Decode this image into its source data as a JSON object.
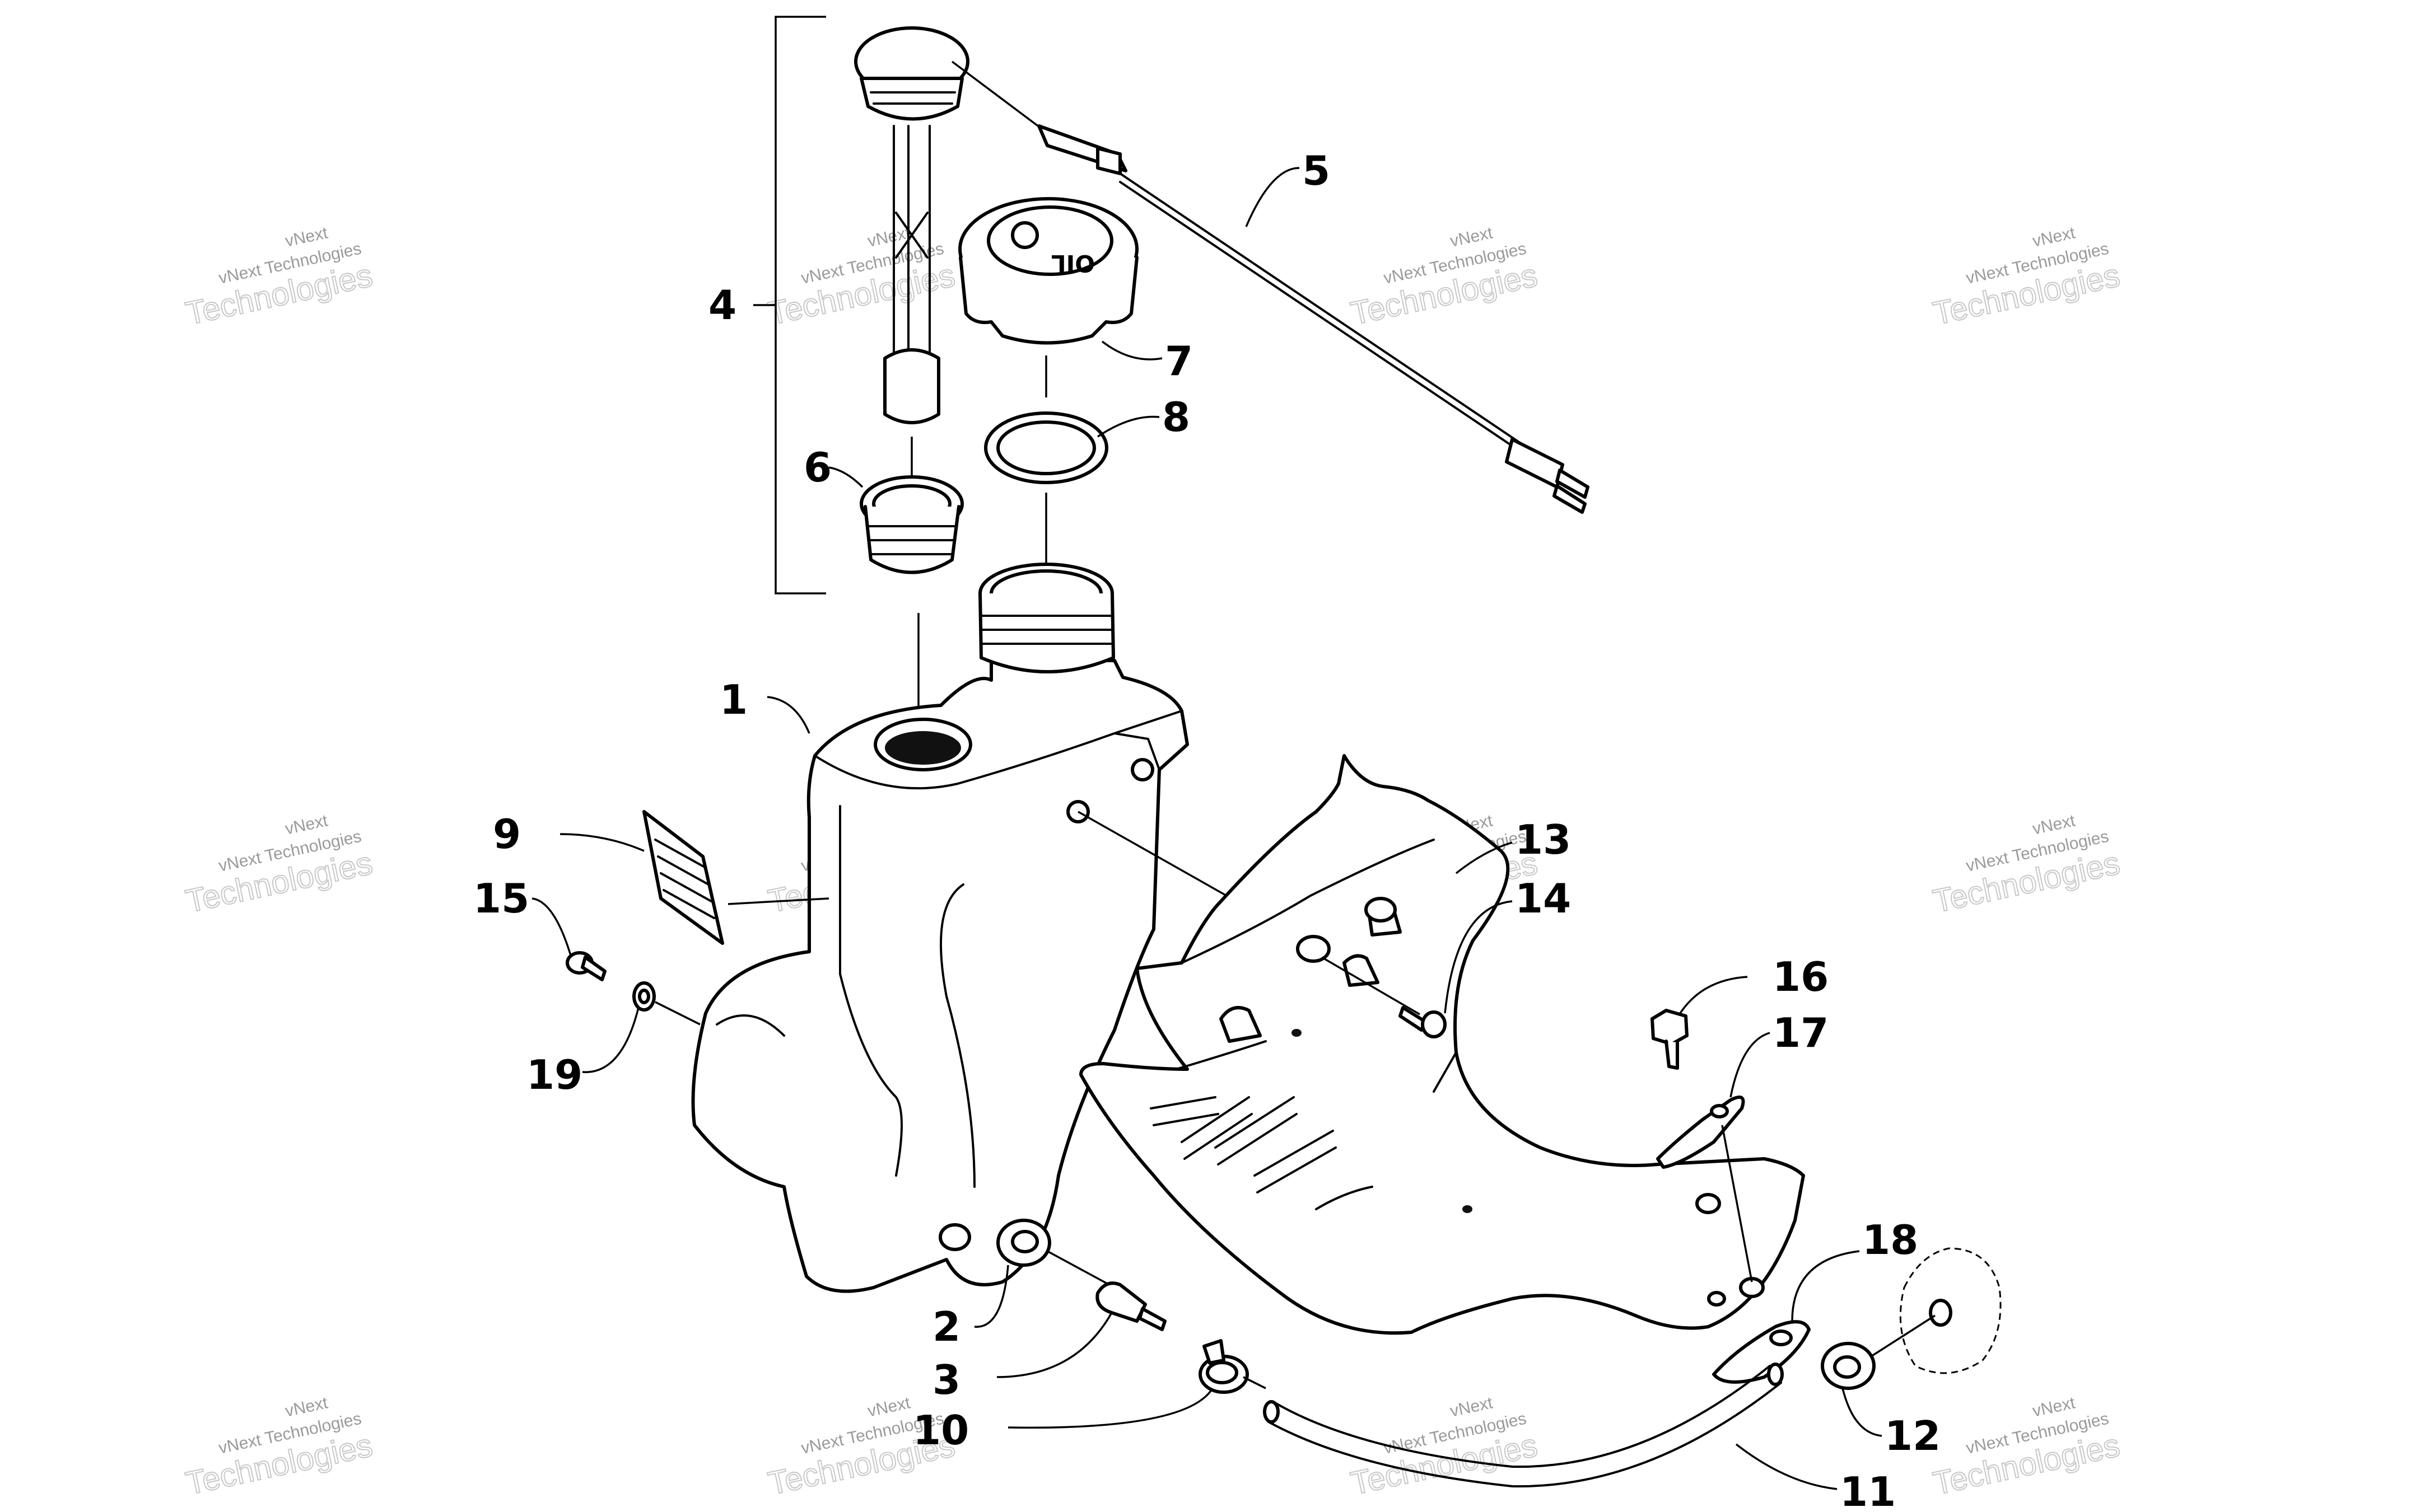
{
  "diagram": {
    "callouts": [
      {
        "id": "1",
        "label": "1"
      },
      {
        "id": "2",
        "label": "2"
      },
      {
        "id": "3",
        "label": "3"
      },
      {
        "id": "4",
        "label": "4"
      },
      {
        "id": "5",
        "label": "5"
      },
      {
        "id": "6",
        "label": "6"
      },
      {
        "id": "7",
        "label": "7"
      },
      {
        "id": "8",
        "label": "8"
      },
      {
        "id": "9",
        "label": "9"
      },
      {
        "id": "10",
        "label": "10"
      },
      {
        "id": "11",
        "label": "11"
      },
      {
        "id": "12",
        "label": "12"
      },
      {
        "id": "13",
        "label": "13"
      },
      {
        "id": "14",
        "label": "14"
      },
      {
        "id": "15",
        "label": "15"
      },
      {
        "id": "16",
        "label": "16"
      },
      {
        "id": "17",
        "label": "17"
      },
      {
        "id": "18",
        "label": "18"
      },
      {
        "id": "19",
        "label": "19"
      }
    ],
    "cap_text": "OIL",
    "watermark": {
      "line1": "vNext",
      "line2": "vNext Technologies",
      "line3": "Technologies"
    }
  }
}
